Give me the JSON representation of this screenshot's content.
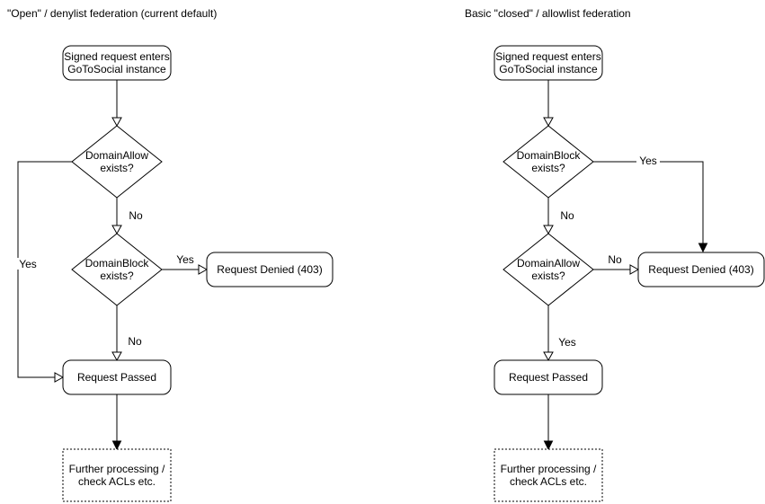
{
  "diagram": {
    "type": "flowchart",
    "background": "#ffffff"
  },
  "colors": {
    "stroke": "#000000",
    "node_fill": "#ffffff",
    "text": "#000000",
    "label_background": "#ffffff"
  },
  "left_flow": {
    "title": "\"Open\" / denylist federation (current default)",
    "start": {
      "line1": "Signed request enters",
      "line2": "GoToSocial instance"
    },
    "decision1": {
      "line1": "DomainAllow",
      "line2": "exists?"
    },
    "decision2": {
      "line1": "DomainBlock",
      "line2": "exists?"
    },
    "denied": "Request Denied (403)",
    "passed": "Request Passed",
    "further": {
      "line1": "Further processing /",
      "line2": "check ACLs etc."
    },
    "labels": {
      "decision1_no": "No",
      "decision1_yes": "Yes",
      "decision2_yes": "Yes",
      "decision2_no": "No"
    }
  },
  "right_flow": {
    "title": "Basic \"closed\" / allowlist federation",
    "start": {
      "line1": "Signed request enters",
      "line2": "GoToSocial instance"
    },
    "decision1": {
      "line1": "DomainBlock",
      "line2": "exists?"
    },
    "decision2": {
      "line1": "DomainAllow",
      "line2": "exists?"
    },
    "denied": "Request Denied (403)",
    "passed": "Request Passed",
    "further": {
      "line1": "Further processing /",
      "line2": "check ACLs etc."
    },
    "labels": {
      "decision1_yes": "Yes",
      "decision1_no": "No",
      "decision2_no": "No",
      "decision2_yes": "Yes"
    }
  }
}
